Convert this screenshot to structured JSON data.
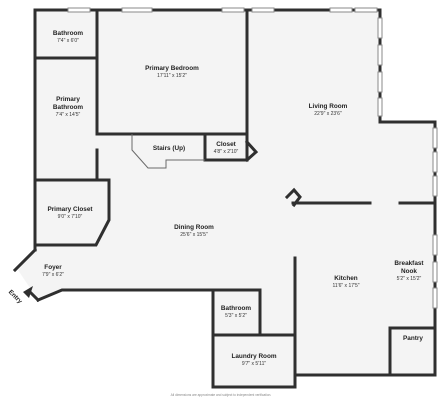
{
  "rooms": [
    {
      "name": "Bathroom",
      "dims": "7'4\" x 6'0\""
    },
    {
      "name": "Primary Bedroom",
      "dims": "17'11\" x 15'2\""
    },
    {
      "name": "Living Room",
      "dims": "22'9\" x 23'6\""
    },
    {
      "name": "Primary Bathroom",
      "dims": "7'4\" x 14'5\""
    },
    {
      "name": "Stairs (Up)",
      "dims": ""
    },
    {
      "name": "Closet",
      "dims": "4'8\" x 2'10\""
    },
    {
      "name": "Primary Closet",
      "dims": "9'0\" x 7'10\""
    },
    {
      "name": "Dining Room",
      "dims": "25'6\" x 15'5\""
    },
    {
      "name": "Foyer",
      "dims": "7'9\" x 6'2\""
    },
    {
      "name": "Kitchen",
      "dims": "11'6\" x 17'5\""
    },
    {
      "name": "Breakfast Nook",
      "dims": "5'2\" x 15'2\""
    },
    {
      "name": "Bathroom",
      "dims": "5'3\" x 5'2\""
    },
    {
      "name": "Pantry",
      "dims": ""
    },
    {
      "name": "Laundry Room",
      "dims": "9'7\" x 5'11\""
    }
  ],
  "entry_label": "Entry",
  "disclaimer": "All dimensions are approximate and subject to independent verification."
}
